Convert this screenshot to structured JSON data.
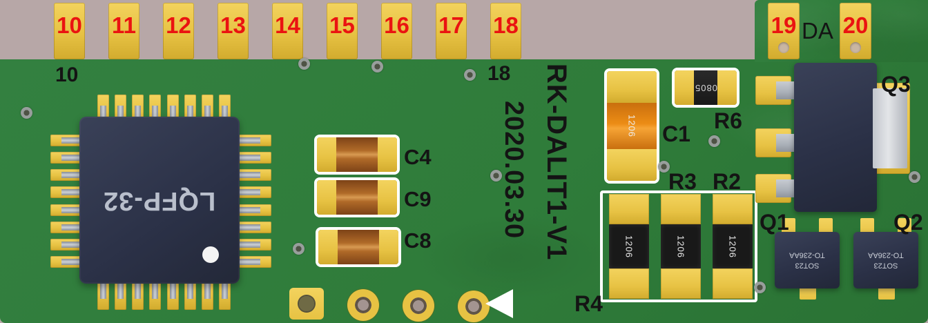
{
  "edge_connector": {
    "top_pins": [
      "10",
      "11",
      "12",
      "13",
      "14",
      "15",
      "16",
      "17",
      "18"
    ],
    "right_pins": [
      "19",
      "20"
    ],
    "da_label": "DA",
    "silk_pin10": "10",
    "silk_pin18": "18"
  },
  "board": {
    "name_vertical": "RK-DALIT1-V1",
    "date_vertical": "2020.03.30"
  },
  "chip": {
    "label": "LQFP-32"
  },
  "capacitors": {
    "c4_label": "C4",
    "c9_label": "C9",
    "c8_label": "C8",
    "c1_label": "C1",
    "c1_code": "1206"
  },
  "resistors": {
    "r6_label": "R6",
    "r6_code": "0805",
    "r3_label": "R3",
    "r2_label": "R2",
    "r4_label": "R4",
    "codes": [
      "1206",
      "1206",
      "1206"
    ]
  },
  "transistors": {
    "q1_label": "Q1",
    "q2_label": "Q2",
    "q3_label": "Q3",
    "package_line1": "SOT23",
    "package_line2": "TO-236AA"
  },
  "colors": {
    "background": "#b7a7a7",
    "board": "#2f7c3a",
    "pad": "#e7c243",
    "pad_light": "#f3d35e",
    "silkscreen": "#ffffff",
    "label_red": "#ea1311",
    "label_black": "#141414",
    "chip_body": "#2b3147",
    "lead_gray": "#aab0b8",
    "cap_brown": "#b06a28",
    "cap_orange": "#ec8c15",
    "resistor_black": "#191919"
  }
}
